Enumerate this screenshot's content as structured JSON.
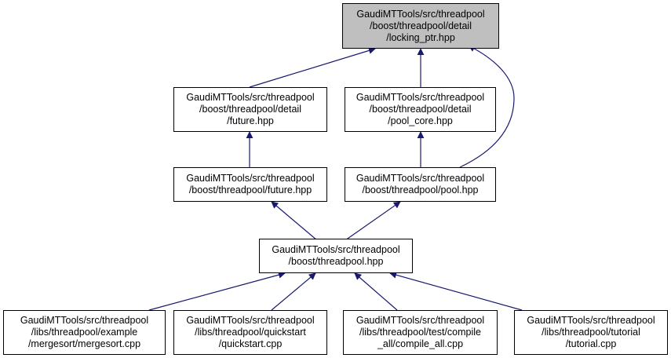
{
  "colors": {
    "edge": "#191970",
    "root_fill": "#bfbfbf",
    "node_fill": "#ffffff",
    "border": "#000000"
  },
  "nodes": {
    "root": {
      "lines": [
        "GaudiMTTools/src/threadpool",
        "/boost/threadpool/detail",
        "/locking_ptr.hpp"
      ]
    },
    "future_det": {
      "lines": [
        "GaudiMTTools/src/threadpool",
        "/boost/threadpool/detail",
        "/future.hpp"
      ]
    },
    "pool_core": {
      "lines": [
        "GaudiMTTools/src/threadpool",
        "/boost/threadpool/detail",
        "/pool_core.hpp"
      ]
    },
    "future": {
      "lines": [
        "GaudiMTTools/src/threadpool",
        "/boost/threadpool/future.hpp"
      ]
    },
    "pool": {
      "lines": [
        "GaudiMTTools/src/threadpool",
        "/boost/threadpool/pool.hpp"
      ]
    },
    "threadpool": {
      "lines": [
        "GaudiMTTools/src/threadpool",
        "/boost/threadpool.hpp"
      ]
    },
    "mergesort": {
      "lines": [
        "GaudiMTTools/src/threadpool",
        "/libs/threadpool/example",
        "/mergesort/mergesort.cpp"
      ]
    },
    "quickstart": {
      "lines": [
        "GaudiMTTools/src/threadpool",
        "/libs/threadpool/quickstart",
        "/quickstart.cpp"
      ]
    },
    "compile_all": {
      "lines": [
        "GaudiMTTools/src/threadpool",
        "/libs/threadpool/test/compile",
        "_all/compile_all.cpp"
      ]
    },
    "tutorial": {
      "lines": [
        "GaudiMTTools/src/threadpool",
        "/libs/threadpool/tutorial",
        "/tutorial.cpp"
      ]
    }
  }
}
